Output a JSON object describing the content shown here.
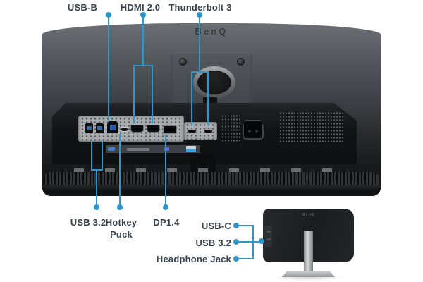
{
  "brand": {
    "logo_main": "BenQ",
    "logo_small": "BenQ"
  },
  "callouts": {
    "top": [
      {
        "label": "USB-B"
      },
      {
        "label": "HDMI 2.0"
      },
      {
        "label": "Thunderbolt 3"
      }
    ],
    "bottom": [
      {
        "label": "USB 3.2"
      },
      {
        "label": "Hotkey Puck"
      },
      {
        "label": "DP1.4"
      }
    ],
    "side": [
      {
        "label": "USB-C"
      },
      {
        "label": "USB 3.2"
      },
      {
        "label": "Headphone Jack"
      }
    ]
  },
  "port_icons": [
    "usb-a-port",
    "usb-a-port",
    "usb-b-port",
    "hotkey-puck-mini-usb-port",
    "hdmi-port",
    "hdmi-port",
    "displayport-port",
    "thunderbolt3-usb-c-port",
    "thunderbolt3-usb-c-port",
    "ac-power-inlet",
    "kensington-lock-slot"
  ],
  "colors": {
    "callout_blue": "#2f96cb",
    "label_text": "#37424d"
  }
}
